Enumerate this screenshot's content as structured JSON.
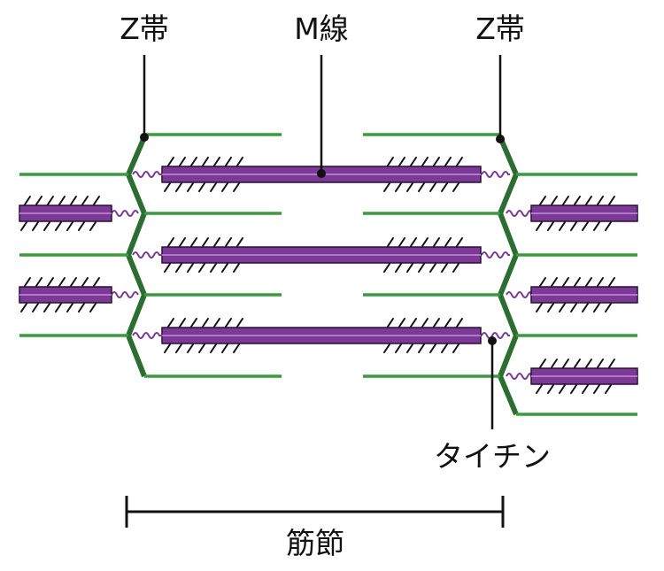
{
  "labels": {
    "z_band_left": "Z帯",
    "m_line": "M線",
    "z_band_right": "Z帯",
    "titin": "タイチン",
    "sarcomere": "筋節"
  },
  "colors": {
    "thin_filament": "#3a9a3f",
    "z_line": "#2c6e32",
    "myosin_fill": "#7a3a96",
    "myosin_stripe": "#b477cc",
    "myosin_outline": "#2a0f38",
    "titin": "#7a3a96",
    "ink": "#111111"
  }
}
